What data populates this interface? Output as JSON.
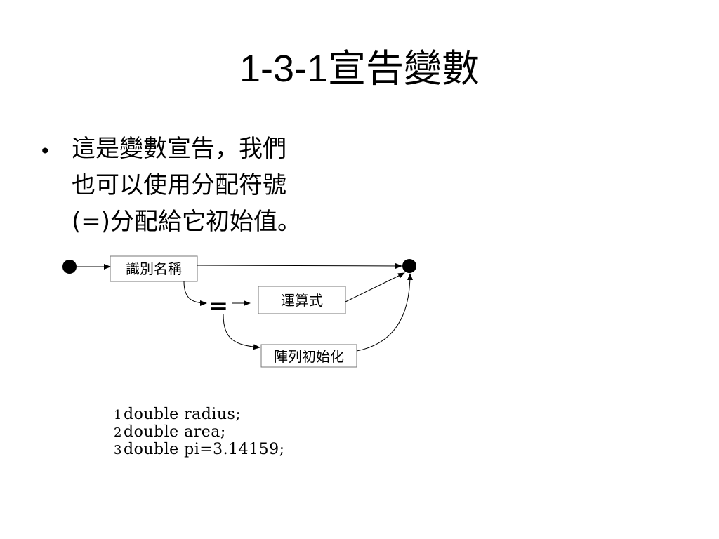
{
  "slide": {
    "title": "1-3-1宣告變數",
    "bullet": {
      "lines": [
        "這是變數宣告，我們",
        "也可以使用分配符號",
        "(=)分配給它初始值。"
      ]
    }
  },
  "diagram": {
    "nodes": {
      "identifier": "識別名稱",
      "assign_operator": "=",
      "expression": "運算式",
      "array_initializer": "陣列初始化"
    }
  },
  "code": [
    {
      "num": "1",
      "text": "double radius;"
    },
    {
      "num": "2",
      "text": "double area;"
    },
    {
      "num": "3",
      "text": "double pi=3.14159;"
    }
  ]
}
